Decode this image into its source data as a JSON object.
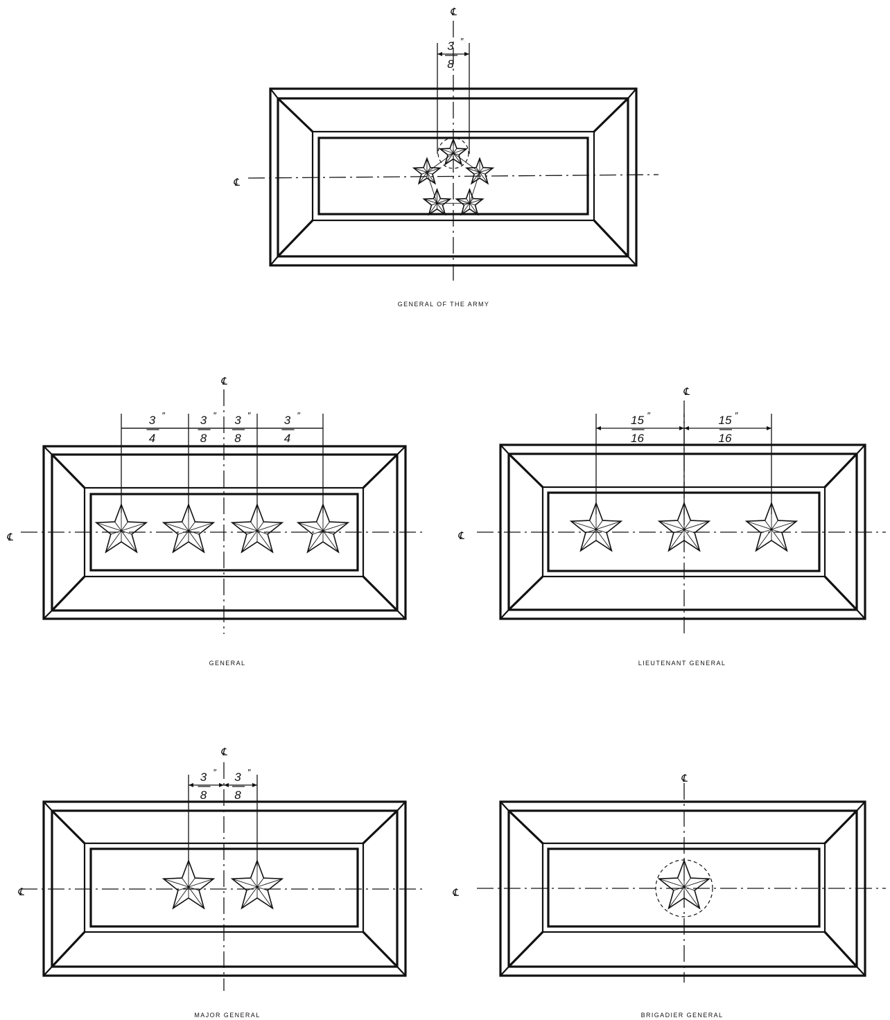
{
  "centerline_symbol": "℄",
  "inch_mark": "″",
  "panels": [
    {
      "id": "general-of-the-army",
      "caption": "GENERAL OF THE ARMY",
      "stars": 5,
      "arrangement": "pentagon",
      "dimensions": [
        {
          "num": "3",
          "den": "8"
        }
      ]
    },
    {
      "id": "general",
      "caption": "GENERAL",
      "stars": 4,
      "arrangement": "row",
      "dimensions": [
        {
          "num": "3",
          "den": "4"
        },
        {
          "num": "3",
          "den": "8"
        },
        {
          "num": "3",
          "den": "8"
        },
        {
          "num": "3",
          "den": "4"
        }
      ]
    },
    {
      "id": "lieutenant-general",
      "caption": "LIEUTENANT GENERAL",
      "stars": 3,
      "arrangement": "row",
      "dimensions": [
        {
          "num": "15",
          "den": "16"
        },
        {
          "num": "15",
          "den": "16"
        }
      ]
    },
    {
      "id": "major-general",
      "caption": "MAJOR GENERAL",
      "stars": 2,
      "arrangement": "row",
      "dimensions": [
        {
          "num": "3",
          "den": "8"
        },
        {
          "num": "3",
          "den": "8"
        }
      ]
    },
    {
      "id": "brigadier-general",
      "caption": "BRIGADIER GENERAL",
      "stars": 1,
      "arrangement": "single-circled",
      "dimensions": []
    }
  ]
}
